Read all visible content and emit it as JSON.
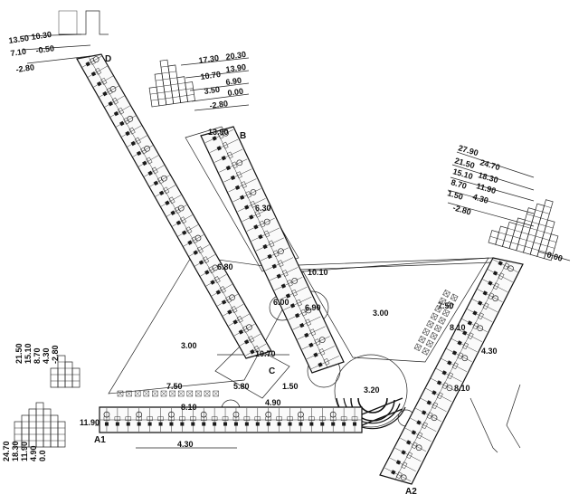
{
  "blocks": {
    "a1": "A1",
    "a2": "A2",
    "b": "B",
    "c": "C",
    "d": "D"
  },
  "plan_levels": {
    "b_top": "13.90",
    "b_mid": "6.30",
    "d_mid": "6.80",
    "junction_1010": "10.10",
    "junction_600": "6.00",
    "junction_690": "6.90",
    "court_right": "3.00",
    "court_left": "3.00",
    "link_1070": "10.70",
    "c_580": "5.80",
    "c_150": "1.50",
    "amph": "3.20",
    "c_490": "4.90",
    "a1_750": "7.50",
    "a1_810": "8.10",
    "a1_1190": "11.90",
    "a1_430": "4.30",
    "a2_750": "7.50",
    "a2_810": "8.10",
    "a2_430": "4.30",
    "a2_810b": "8.10"
  },
  "section_d": [
    "13.50",
    "10.30",
    "7.10",
    "-0.50",
    "-2.80"
  ],
  "section_b": [
    "17.30",
    "20.30",
    "13.90",
    "10.70",
    "6.90",
    "3.50",
    "0.00",
    "-2.80"
  ],
  "section_a2": [
    "27.90",
    "24.70",
    "21.50",
    "18.30",
    "15.10",
    "11.90",
    "8.70",
    "4.30",
    "1.50",
    "-2.80",
    "0.00"
  ],
  "section_a1_upper": [
    "21.50",
    "15.10",
    "8.70",
    "4.30",
    "-2.80"
  ],
  "section_a1_lower": [
    "24.70",
    "18.30",
    "11.90",
    "4.90",
    "0.0"
  ]
}
